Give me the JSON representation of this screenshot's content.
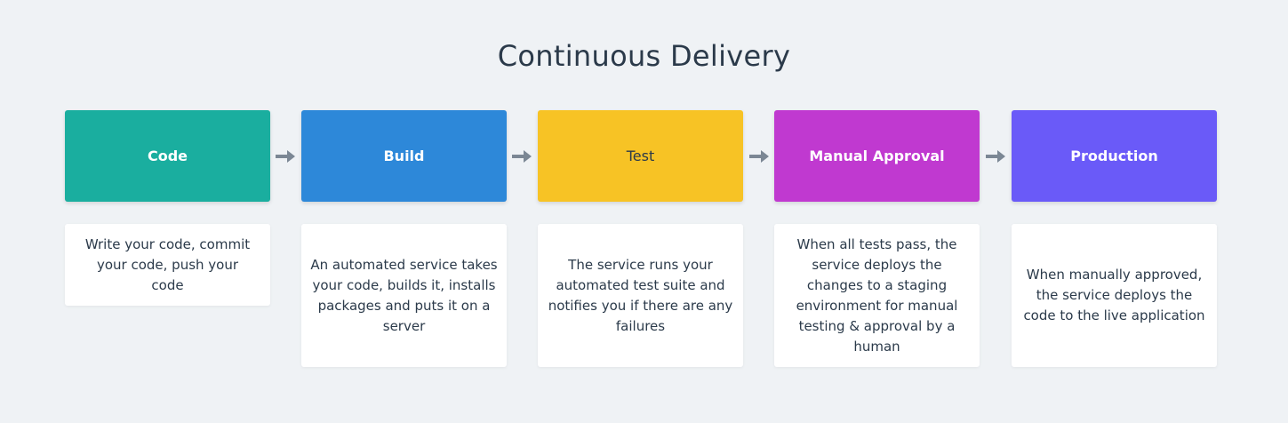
{
  "title": "Continuous Delivery",
  "stages": [
    {
      "label": "Code",
      "color": "#1aae9f",
      "text_color": "#ffffff",
      "description": "Write your code, commit your code, push your code"
    },
    {
      "label": "Build",
      "color": "#2d88d9",
      "text_color": "#ffffff",
      "description": "An automated service takes your code, builds it, installs packages and puts it on a server"
    },
    {
      "label": "Test",
      "color": "#f7c325",
      "text_color": "#2b3a4a",
      "description": "The service runs your automated test suite and notifies you if there are any failures"
    },
    {
      "label": "Manual Approval",
      "color": "#c039d0",
      "text_color": "#ffffff",
      "description": "When all tests pass, the service deploys the changes to a staging environment for manual testing & approval by a human"
    },
    {
      "label": "Production",
      "color": "#6a5af8",
      "text_color": "#ffffff",
      "description": "When manually approved, the service deploys the code to the live application"
    }
  ],
  "arrow_color": "#7b8794"
}
